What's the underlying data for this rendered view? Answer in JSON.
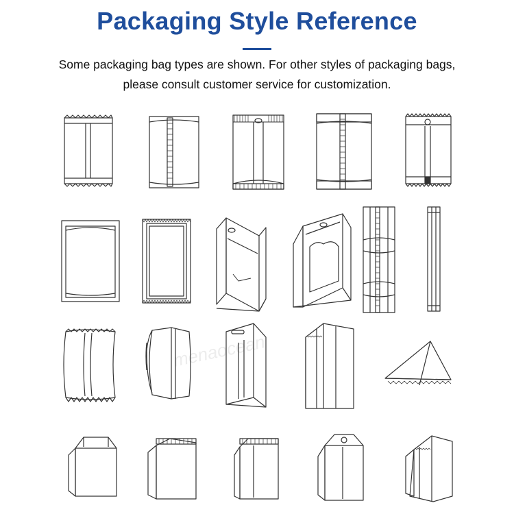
{
  "header": {
    "title": "Packaging Style Reference",
    "subtitle": "Some packaging bag types are shown. For other styles of packaging bags, please consult customer service for customization."
  },
  "watermark": {
    "text": "menaocean"
  },
  "colors": {
    "title": "#1f4e9c",
    "line": "#333333",
    "background": "#ffffff"
  },
  "rows": [
    {
      "items": [
        "back-seal-pillow-bag",
        "center-seal-bag",
        "center-seal-hang-hole-bag",
        "center-seal-strip-bag",
        "center-seal-euro-hole-bag"
      ]
    },
    {
      "items": [
        "three-side-seal-flat-bag",
        "four-side-seal-flat-bag",
        "stand-up-zipper-bag",
        "stand-up-window-bag",
        "gusset-strip-bag",
        "narrow-stick-bag"
      ]
    },
    {
      "items": [
        "pillow-puffed-bag",
        "side-gusset-puffed-bag",
        "stand-up-hang-hole-bag",
        "quad-seal-gusset-bag",
        "tetrahedron-bag"
      ]
    },
    {
      "items": [
        "block-bottom-bag",
        "flat-bottom-bag",
        "flat-bottom-seal-bag",
        "flat-bottom-valve-bag",
        "side-gusset-tilted-bag"
      ]
    }
  ]
}
